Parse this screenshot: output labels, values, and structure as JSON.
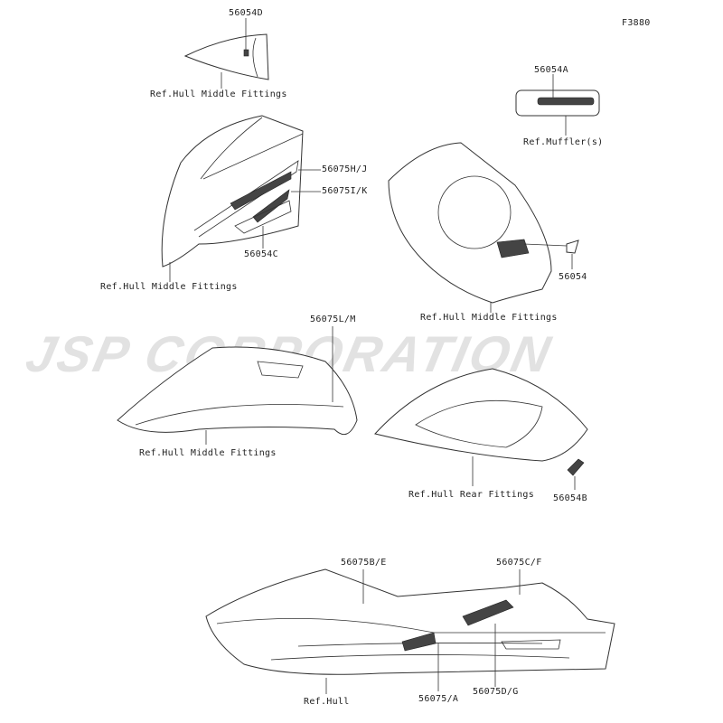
{
  "figure_code": "F3880",
  "watermark": "JSP CORPORATION",
  "labels": {
    "p56054D": "56054D",
    "ref_hull_mid_1": "Ref.Hull Middle Fittings",
    "p56054A": "56054A",
    "ref_muffler": "Ref.Muffler(s)",
    "p56075HJ": "56075H/J",
    "p56075IK": "56075I/K",
    "p56054C": "56054C",
    "ref_hull_mid_2": "Ref.Hull Middle Fittings",
    "p56054": "56054",
    "ref_hull_mid_3": "Ref.Hull Middle Fittings",
    "p56075LM": "56075L/M",
    "ref_hull_mid_4": "Ref.Hull Middle Fittings",
    "ref_hull_rear": "Ref.Hull Rear Fittings",
    "p56054B": "56054B",
    "p56075BE": "56075B/E",
    "p56075CF": "56075C/F",
    "ref_hull": "Ref.Hull",
    "p56075A": "56075/A",
    "p56075DG": "56075D/G"
  }
}
